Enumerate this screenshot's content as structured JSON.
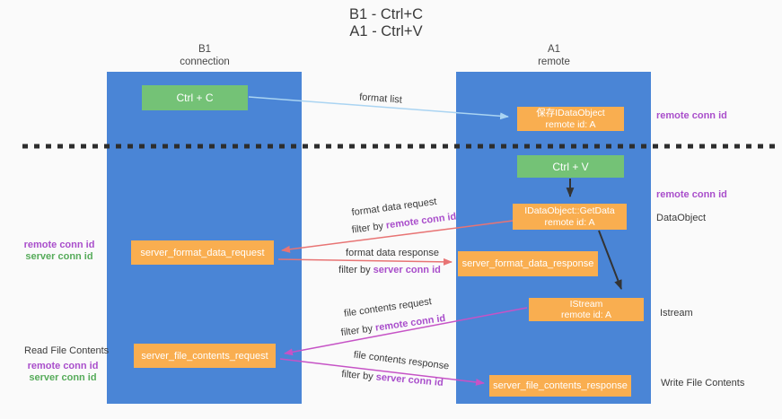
{
  "title": {
    "line1": "B1 - Ctrl+C",
    "line2": "A1 - Ctrl+V"
  },
  "columns": {
    "left": {
      "name": "B1",
      "role": "connection"
    },
    "right": {
      "name": "A1",
      "role": "remote"
    }
  },
  "nodes": {
    "ctrl_c": {
      "label": "Ctrl + C"
    },
    "ctrl_v": {
      "label": "Ctrl + V"
    },
    "save_dataobject": {
      "line1": "保存IDataObject",
      "line2": "remote id: A"
    },
    "getdata": {
      "line1": "IDataObject::GetData",
      "line2": "remote id: A"
    },
    "istream": {
      "line1": "IStream",
      "line2": "remote id: A"
    },
    "format_request": {
      "label": "server_format_data_request"
    },
    "format_response": {
      "label": "server_format_data_response"
    },
    "file_request": {
      "label": "server_file_contents_request"
    },
    "file_response": {
      "label": "server_file_contents_response"
    }
  },
  "arrow_labels": {
    "format_list": "format list",
    "format_data_request": "format data request",
    "format_data_response": "format data response",
    "file_contents_request": "file contents request",
    "file_contents_response": "file contents response",
    "filter_by": "filter by"
  },
  "side_labels": {
    "remote_conn_id": "remote conn id",
    "server_conn_id": "server conn id",
    "dataobject": "DataObject",
    "istream": "Istream",
    "read_file_contents": "Read File Contents",
    "write_file_contents": "Write File Contents"
  },
  "colors": {
    "background": "#fafafa",
    "column_blue": "#4a85d6",
    "box_orange": "#f9ae50",
    "box_green": "#74c276",
    "accent_purple": "#a94ecb",
    "accent_green": "#56ab5a",
    "arrow_red": "#e87474",
    "arrow_magenta": "#c653c6",
    "arrow_lightblue": "#aad4f2",
    "arrow_black": "#333333",
    "dashed_line": "#2d2d2d"
  }
}
